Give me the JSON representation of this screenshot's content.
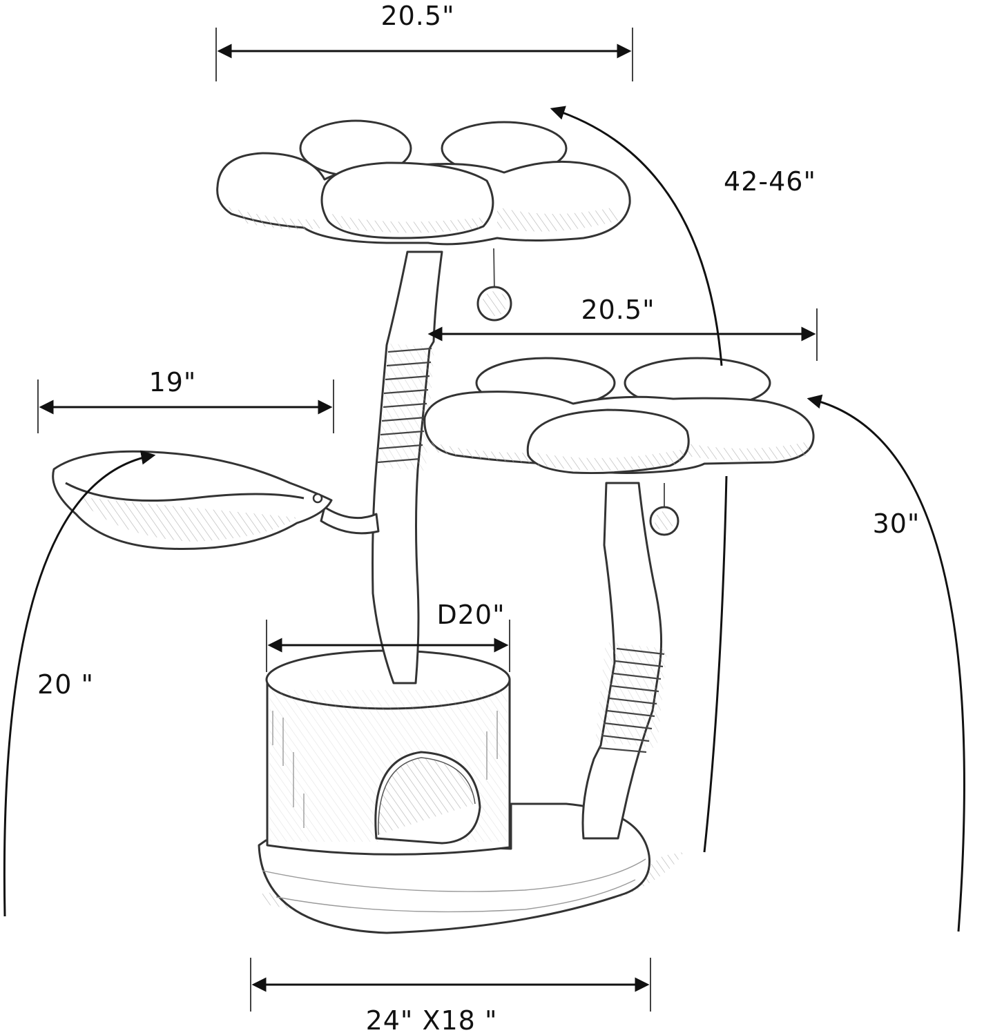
{
  "dimensions": {
    "top_platform_width": "20.5\"",
    "total_height": "42-46\"",
    "middle_platform_width": "20.5\"",
    "leaf_bed_width": "19\"",
    "middle_platform_height": "30\"",
    "condo_diameter": "D20\"",
    "leaf_bed_height": "20 \"",
    "base_size": "24\" X18 \""
  },
  "colors": {
    "ink": "#111111",
    "sketch_line": "#333333",
    "hatching": "#9a9a9a",
    "background": "#ffffff"
  }
}
